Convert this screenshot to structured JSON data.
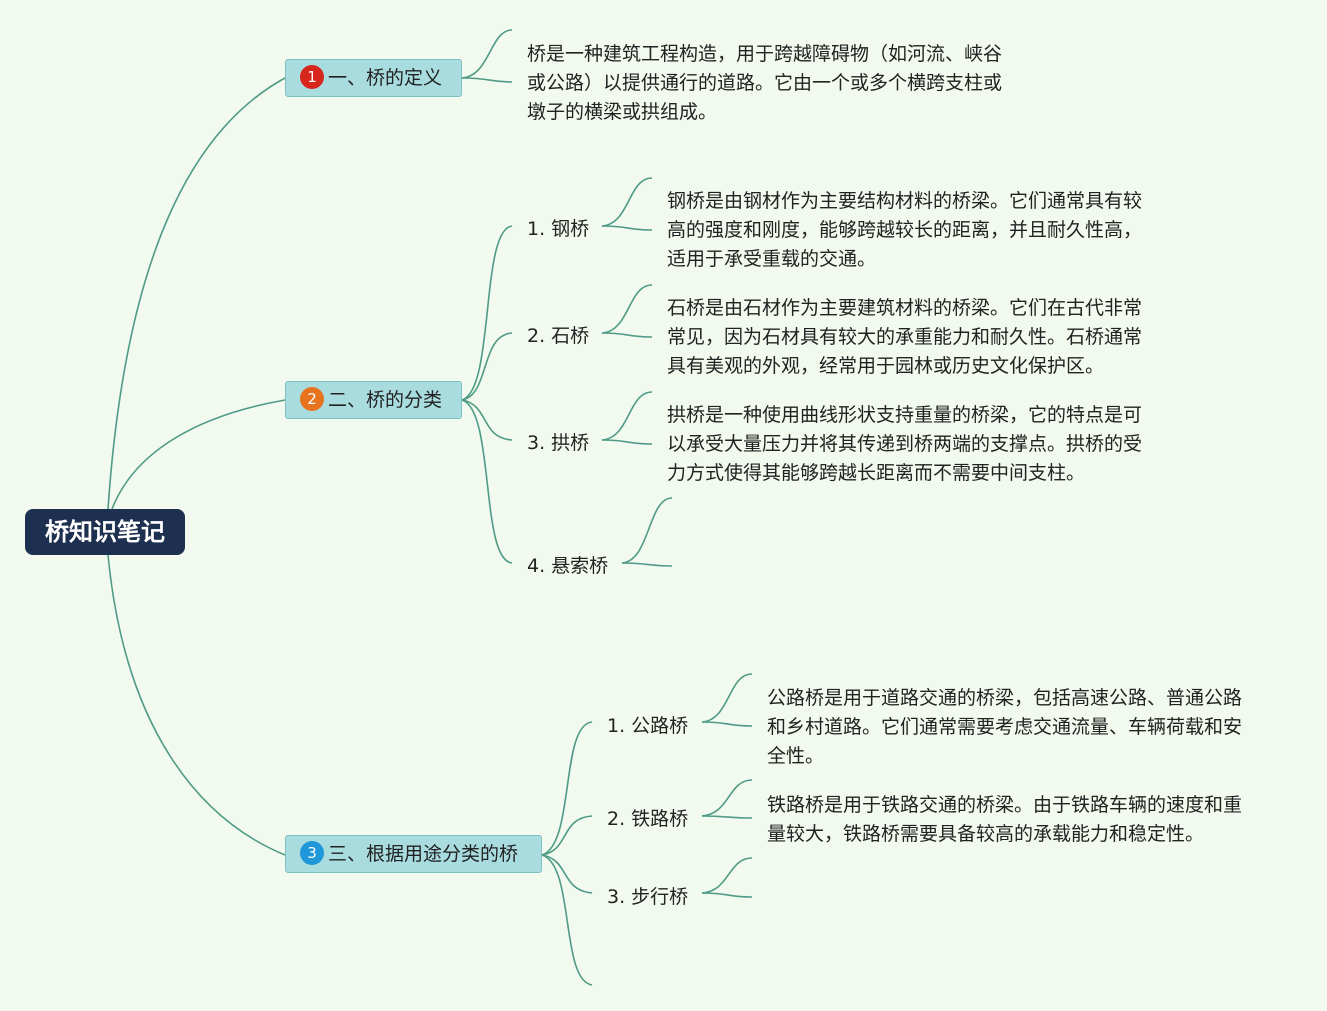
{
  "root": {
    "label": "桥知识笔记"
  },
  "topics": [
    {
      "num": "1",
      "label": "一、桥的定义",
      "badge_color": "#d7261e",
      "desc": [
        "桥是一种建筑工程构造，用于跨越障碍物（如河流、峡谷",
        "或公路）以提供通行的道路。它由一个或多个横跨支柱或",
        "墩子的横梁或拱组成。"
      ]
    },
    {
      "num": "2",
      "label": "二、桥的分类",
      "badge_color": "#e8731f",
      "children": [
        {
          "label": "1. 钢桥",
          "desc": [
            "钢桥是由钢材作为主要结构材料的桥梁。它们通常具有较",
            "高的强度和刚度，能够跨越较长的距离，并且耐久性高，",
            "适用于承受重载的交通。"
          ]
        },
        {
          "label": "2. 石桥",
          "desc": [
            "石桥是由石材作为主要建筑材料的桥梁。它们在古代非常",
            "常见，因为石材具有较大的承重能力和耐久性。石桥通常",
            "具有美观的外观，经常用于园林或历史文化保护区。"
          ]
        },
        {
          "label": "3. 拱桥",
          "desc": [
            "拱桥是一种使用曲线形状支持重量的桥梁，它的特点是可",
            "以承受大量压力并将其传递到桥两端的支撑点。拱桥的受",
            "力方式使得其能够跨越长距离而不需要中间支柱。"
          ]
        },
        {
          "label": "4. 悬索桥",
          "desc": []
        }
      ]
    },
    {
      "num": "3",
      "label": "三、根据用途分类的桥",
      "badge_color": "#1f97d8",
      "children": [
        {
          "label": "1. 公路桥",
          "desc": [
            "公路桥是用于道路交通的桥梁，包括高速公路、普通公路",
            "和乡村道路。它们通常需要考虑交通流量、车辆荷载和安",
            "全性。"
          ]
        },
        {
          "label": "2. 铁路桥",
          "desc": [
            "铁路桥是用于铁路交通的桥梁。由于铁路车辆的速度和重",
            "量较大，铁路桥需要具备较高的承载能力和稳定性。"
          ]
        },
        {
          "label": "3. 步行桥",
          "desc": []
        }
      ]
    }
  ],
  "colors": {
    "background": "#f2f9ee",
    "link": "#4f9b87",
    "root_fill": "#1e3050",
    "topic_fill": "#a9dcdf"
  }
}
